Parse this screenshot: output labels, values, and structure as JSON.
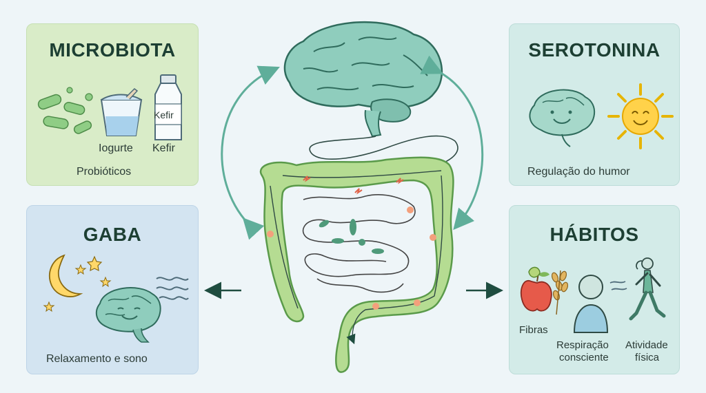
{
  "panels": {
    "microbiota": {
      "title": "MICROBIOTA",
      "yogurt_label": "Iogurte",
      "kefir_bottle_text": "Kefir",
      "kefir_label": "Kefir",
      "caption": "Probióticos"
    },
    "serotonina": {
      "title": "SEROTONINA",
      "caption": "Regulação do humor"
    },
    "gaba": {
      "title": "GABA",
      "caption": "Relaxamento e sono"
    },
    "habitos": {
      "title": "HÁBITOS",
      "fibras_label": "Fibras",
      "respiracao_line1": "Respiração",
      "respiracao_line2": "consciente",
      "atividade_line1": "Atividade",
      "atividade_line2": "física"
    }
  },
  "colors": {
    "microbiota_panel": "#d9ecc8",
    "gaba_panel": "#d3e4f1",
    "teal_panel": "#d3ebe8",
    "brain": "#8fcdbd",
    "gut": "#b5dc92",
    "arrow": "#5fae9a"
  }
}
